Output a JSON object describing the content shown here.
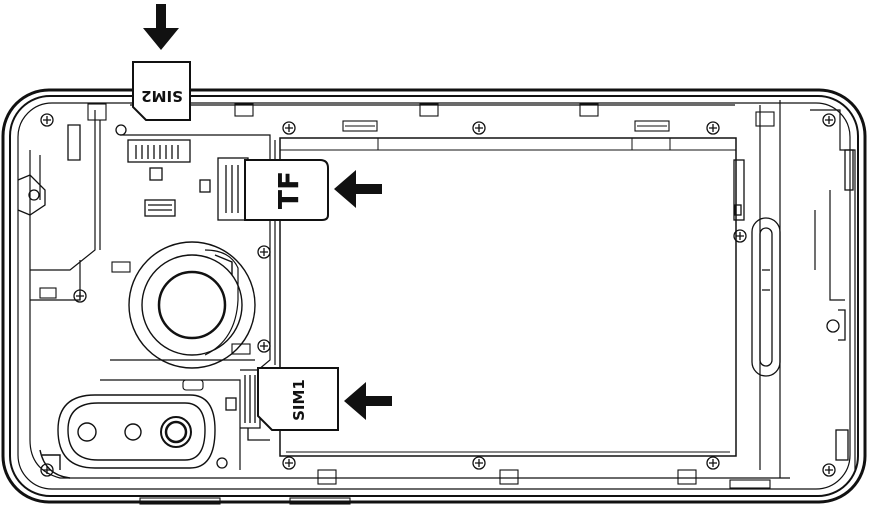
{
  "labels": {
    "sim2": "SIM2",
    "tf": "TF",
    "sim1": "SIM1"
  },
  "colors": {
    "stroke": "#111111",
    "background": "#ffffff",
    "arrow": "#111111"
  },
  "icons": [
    "down-arrow-icon",
    "left-arrow-icon",
    "screw-icon",
    "camera-lens-icon"
  ]
}
